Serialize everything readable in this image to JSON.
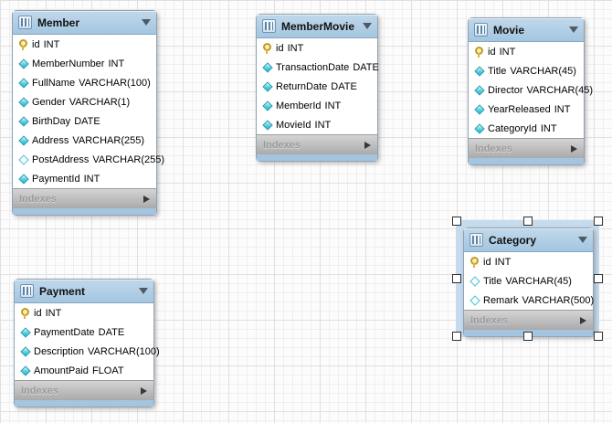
{
  "diagram": {
    "labels": {
      "indexes": "Indexes"
    },
    "colors": {
      "header_blue": "#aecbe3",
      "selection_blue": "#c6dbed",
      "diamond_cyan": "#54d0de",
      "key_yellow": "#e8c94f",
      "footer_gray": "#b5b5b5",
      "grid_line": "#e8e8e8"
    },
    "tables": [
      {
        "name": "Member",
        "selected": false,
        "columns": [
          {
            "name": "id",
            "type": "INT",
            "icon": "key"
          },
          {
            "name": "MemberNumber",
            "type": "INT",
            "icon": "diamond"
          },
          {
            "name": "FullName",
            "type": "VARCHAR(100)",
            "icon": "diamond"
          },
          {
            "name": "Gender",
            "type": "VARCHAR(1)",
            "icon": "diamond"
          },
          {
            "name": "BirthDay",
            "type": "DATE",
            "icon": "diamond"
          },
          {
            "name": "Address",
            "type": "VARCHAR(255)",
            "icon": "diamond"
          },
          {
            "name": "PostAddress",
            "type": "VARCHAR(255)",
            "icon": "diamond-open"
          },
          {
            "name": "PaymentId",
            "type": "INT",
            "icon": "diamond"
          }
        ]
      },
      {
        "name": "MemberMovie",
        "selected": false,
        "columns": [
          {
            "name": "id",
            "type": "INT",
            "icon": "key"
          },
          {
            "name": "TransactionDate",
            "type": "DATE",
            "icon": "diamond"
          },
          {
            "name": "ReturnDate",
            "type": "DATE",
            "icon": "diamond"
          },
          {
            "name": "MemberId",
            "type": "INT",
            "icon": "diamond"
          },
          {
            "name": "MovieId",
            "type": "INT",
            "icon": "diamond"
          }
        ]
      },
      {
        "name": "Movie",
        "selected": false,
        "columns": [
          {
            "name": "id",
            "type": "INT",
            "icon": "key"
          },
          {
            "name": "Title",
            "type": "VARCHAR(45)",
            "icon": "diamond"
          },
          {
            "name": "Director",
            "type": "VARCHAR(45)",
            "icon": "diamond"
          },
          {
            "name": "YearReleased",
            "type": "INT",
            "icon": "diamond"
          },
          {
            "name": "CategoryId",
            "type": "INT",
            "icon": "diamond"
          }
        ]
      },
      {
        "name": "Category",
        "selected": true,
        "columns": [
          {
            "name": "id",
            "type": "INT",
            "icon": "key"
          },
          {
            "name": "Title",
            "type": "VARCHAR(45)",
            "icon": "diamond-open"
          },
          {
            "name": "Remark",
            "type": "VARCHAR(500)",
            "icon": "diamond-open"
          }
        ]
      },
      {
        "name": "Payment",
        "selected": false,
        "columns": [
          {
            "name": "id",
            "type": "INT",
            "icon": "key"
          },
          {
            "name": "PaymentDate",
            "type": "DATE",
            "icon": "diamond"
          },
          {
            "name": "Description",
            "type": "VARCHAR(100)",
            "icon": "diamond"
          },
          {
            "name": "AmountPaid",
            "type": "FLOAT",
            "icon": "diamond"
          }
        ]
      }
    ]
  }
}
